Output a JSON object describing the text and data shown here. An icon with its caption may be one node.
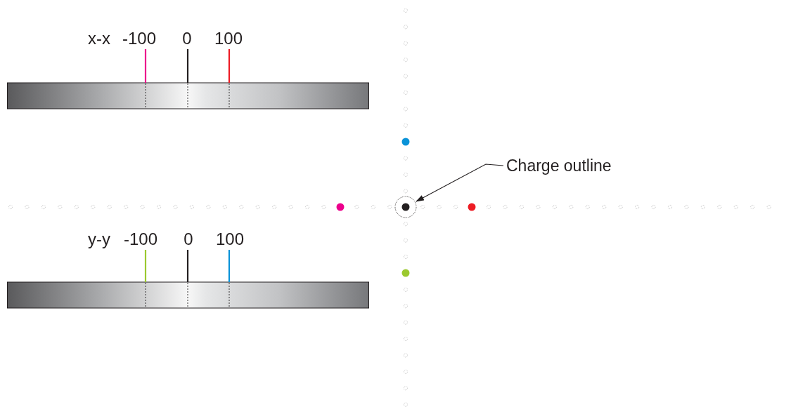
{
  "diagram": {
    "nodes": [
      {
        "text": [
          "Charge outline"
        ]
      },
      {
        "text": [],
        "shape": "circle"
      }
    ],
    "edges": [
      {
        "from": 0,
        "to": 1,
        "arrow": "to"
      }
    ],
    "labels": [
      "x-x",
      "-100",
      "0",
      "100",
      "y-y",
      "-100",
      "0",
      "100"
    ]
  }
}
